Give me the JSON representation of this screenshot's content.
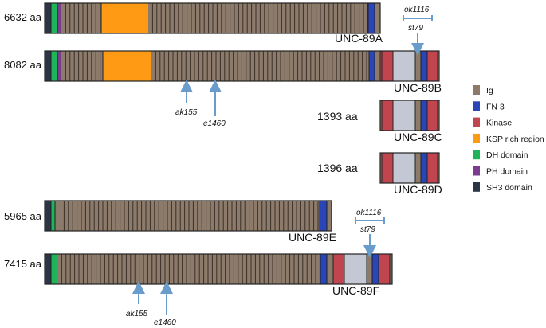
{
  "colors": {
    "ig": "#8c7b6b",
    "fn3": "#2a45b8",
    "kinase": "#c0454f",
    "ksp": "#ff9a14",
    "dh": "#1fb35a",
    "ph": "#7a3c8c",
    "sh3": "#2a3545",
    "linker": "#c4c8d4",
    "arrow": "#6a9ccb"
  },
  "legend": [
    {
      "key": "ig",
      "label": "Ig"
    },
    {
      "key": "fn3",
      "label": "FN 3"
    },
    {
      "key": "kinase",
      "label": "Kinase"
    },
    {
      "key": "ksp",
      "label": "KSP rich region"
    },
    {
      "key": "dh",
      "label": "DH domain"
    },
    {
      "key": "ph",
      "label": "PH domain"
    },
    {
      "key": "sh3",
      "label": "SH3 domain"
    }
  ],
  "isoforms": [
    {
      "name": "UNC-89A",
      "length": "6632 aa"
    },
    {
      "name": "UNC-89B",
      "length": "8082 aa"
    },
    {
      "name": "UNC-89C",
      "length": "1393 aa"
    },
    {
      "name": "UNC-89D",
      "length": "1396 aa"
    },
    {
      "name": "UNC-89E",
      "length": "5965 aa"
    },
    {
      "name": "UNC-89F",
      "length": "7415 aa"
    }
  ],
  "mutations": {
    "top": {
      "deletion": "ok1116",
      "point": "st79"
    },
    "mid": {
      "first": "ak155",
      "second": "e1460"
    },
    "lower": {
      "deletion": "ok1116",
      "point": "st79"
    },
    "bottom": {
      "first": "ak155",
      "second": "e1460"
    }
  }
}
